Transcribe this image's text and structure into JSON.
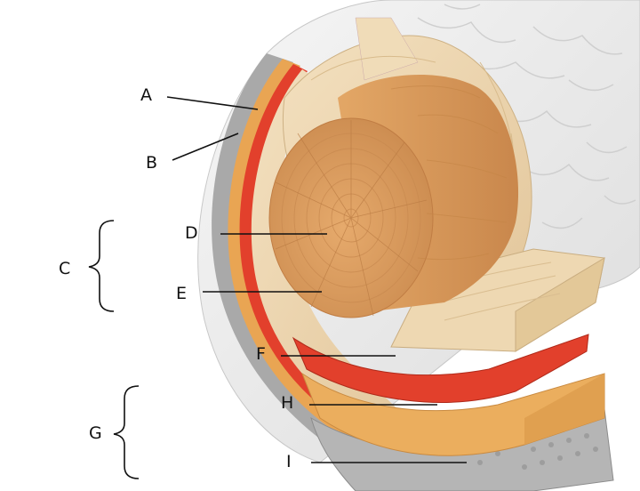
{
  "diagram": {
    "labels": {
      "a": "A",
      "b": "B",
      "c": "C",
      "d": "D",
      "e": "E",
      "f": "F",
      "g": "G",
      "h": "H",
      "i": "I"
    }
  },
  "colors": {
    "bark_outer": "#e8e8e8",
    "bark_inner_gray": "#9a9a9a",
    "phloem_tan": "#e8a24c",
    "cambium_red": "#e2402c",
    "sapwood": "#ecd3ac",
    "heartwood": "#d99b5e",
    "line": "#111111"
  }
}
